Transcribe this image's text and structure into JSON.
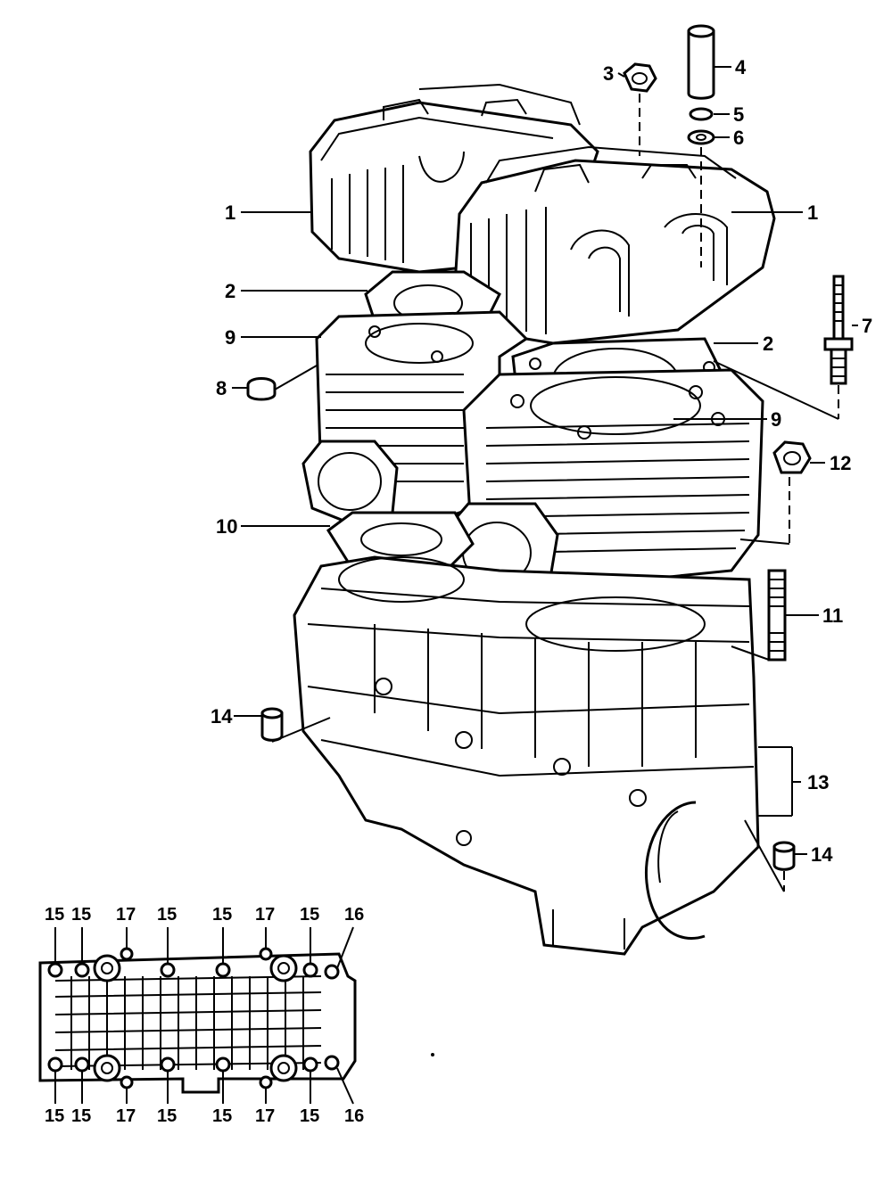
{
  "callouts": {
    "c1_left": "1",
    "c1_right": "1",
    "c2_left": "2",
    "c2_right": "2",
    "c3": "3",
    "c4": "4",
    "c5": "5",
    "c6": "6",
    "c7": "7",
    "c8": "8",
    "c9_left": "9",
    "c9_right": "9",
    "c10": "10",
    "c11": "11",
    "c12": "12",
    "c13": "13",
    "c14_left": "14",
    "c14_right": "14"
  },
  "bottom_view": {
    "top_labels": [
      "15",
      "15",
      "17",
      "15",
      "15",
      "17",
      "15",
      "16"
    ],
    "bottom_labels": [
      "15",
      "15",
      "17",
      "15",
      "15",
      "17",
      "15",
      "16"
    ]
  }
}
